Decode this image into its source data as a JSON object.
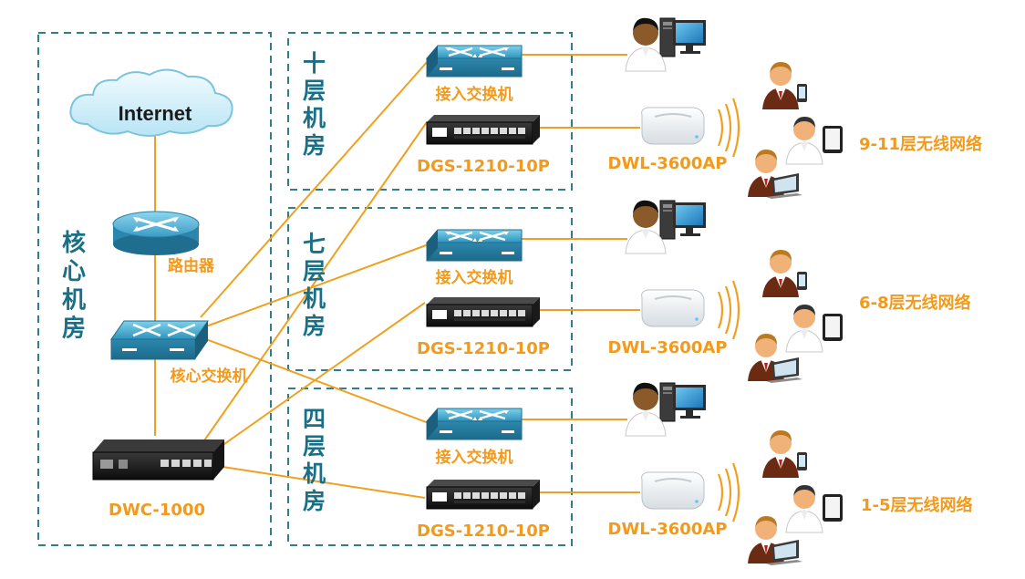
{
  "core_room": {
    "title": "核心机房"
  },
  "floors": [
    {
      "id": "f10",
      "title": "十层机房",
      "switch_label": "接入交换机",
      "poe_label": "DGS-1210-10P",
      "ap_label": "DWL-3600AP",
      "wireless_label": "9-11层无线网络"
    },
    {
      "id": "f7",
      "title": "七层机房",
      "switch_label": "接入交换机",
      "poe_label": "DGS-1210-10P",
      "ap_label": "DWL-3600AP",
      "wireless_label": "6-8层无线网络"
    },
    {
      "id": "f4",
      "title": "四层机房",
      "switch_label": "接入交换机",
      "poe_label": "DGS-1210-10P",
      "ap_label": "DWL-3600AP",
      "wireless_label": "1-5层无线网络"
    }
  ],
  "internet": {
    "label": "Internet"
  },
  "router": {
    "label": "路由器"
  },
  "core_switch": {
    "label": "核心交换机"
  },
  "controller": {
    "label": "DWC-1000"
  },
  "colors": {
    "label": "#f29a1d",
    "zone": "#2e7e8e",
    "link": "#f0a020",
    "room_title": "#1a6f86",
    "switch_blue": "#3aa0c6"
  }
}
